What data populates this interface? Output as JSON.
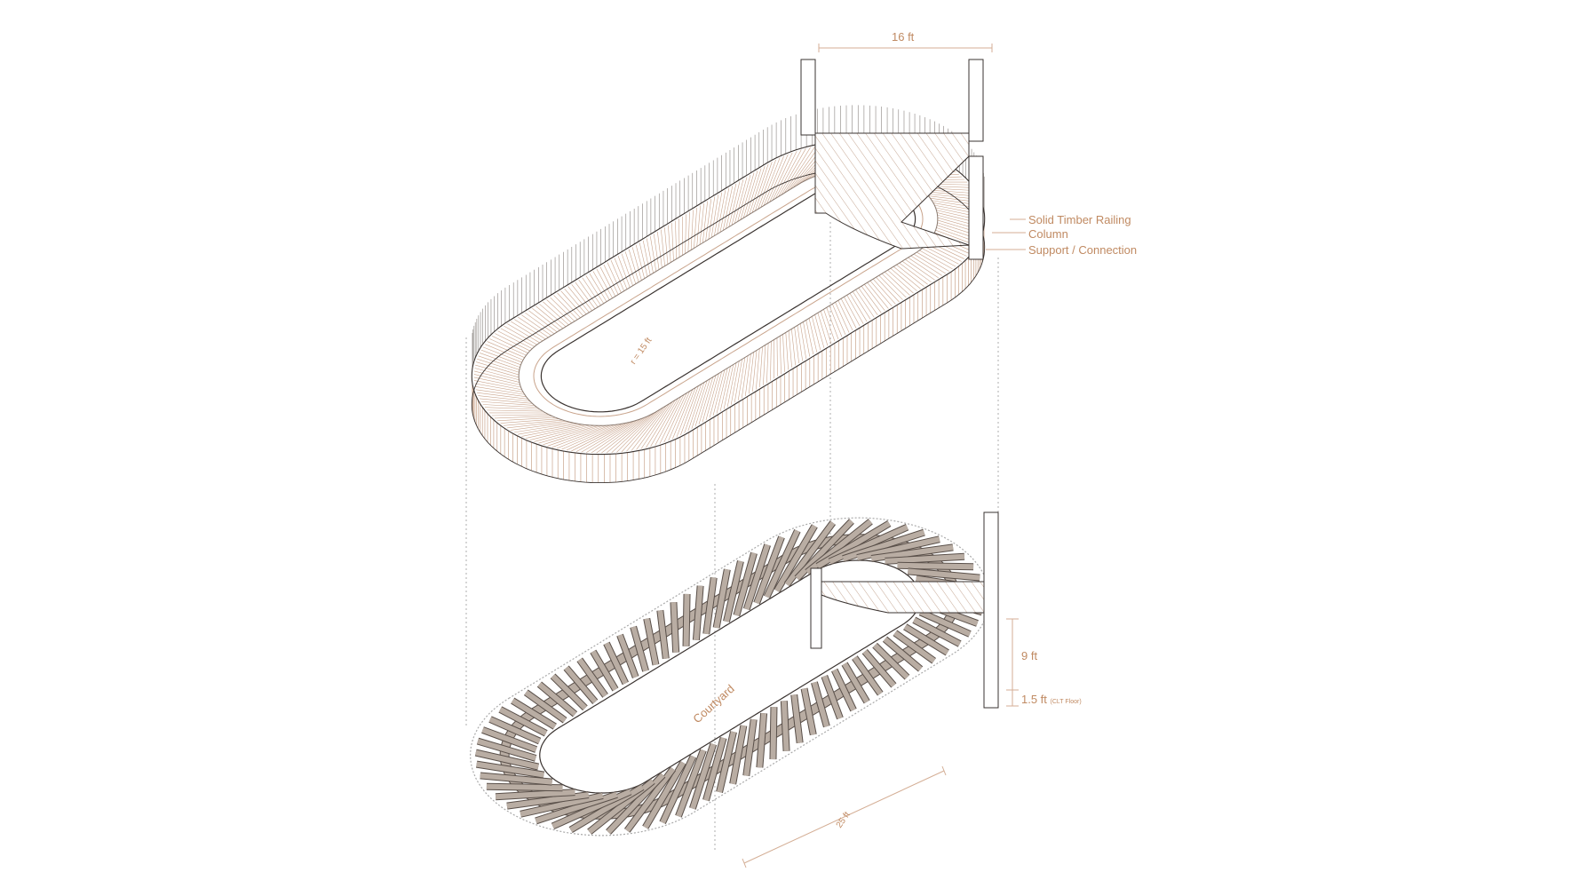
{
  "colors": {
    "accent": "#c08a62",
    "line": "#3a3330",
    "hatch": "#c9a48c",
    "beam": "#b9ada3",
    "beam_edge": "#5a504a"
  },
  "dimensions": {
    "width": "16 ft",
    "radius": "r = 15 ft",
    "height": "9 ft",
    "floor": "1.5 ft",
    "floor_note": "(CLT Floor)",
    "length": "25 ft"
  },
  "callouts": [
    "Solid Timber Railing",
    "Column",
    "Support / Connection"
  ],
  "courtyard_label": "Courtyard"
}
